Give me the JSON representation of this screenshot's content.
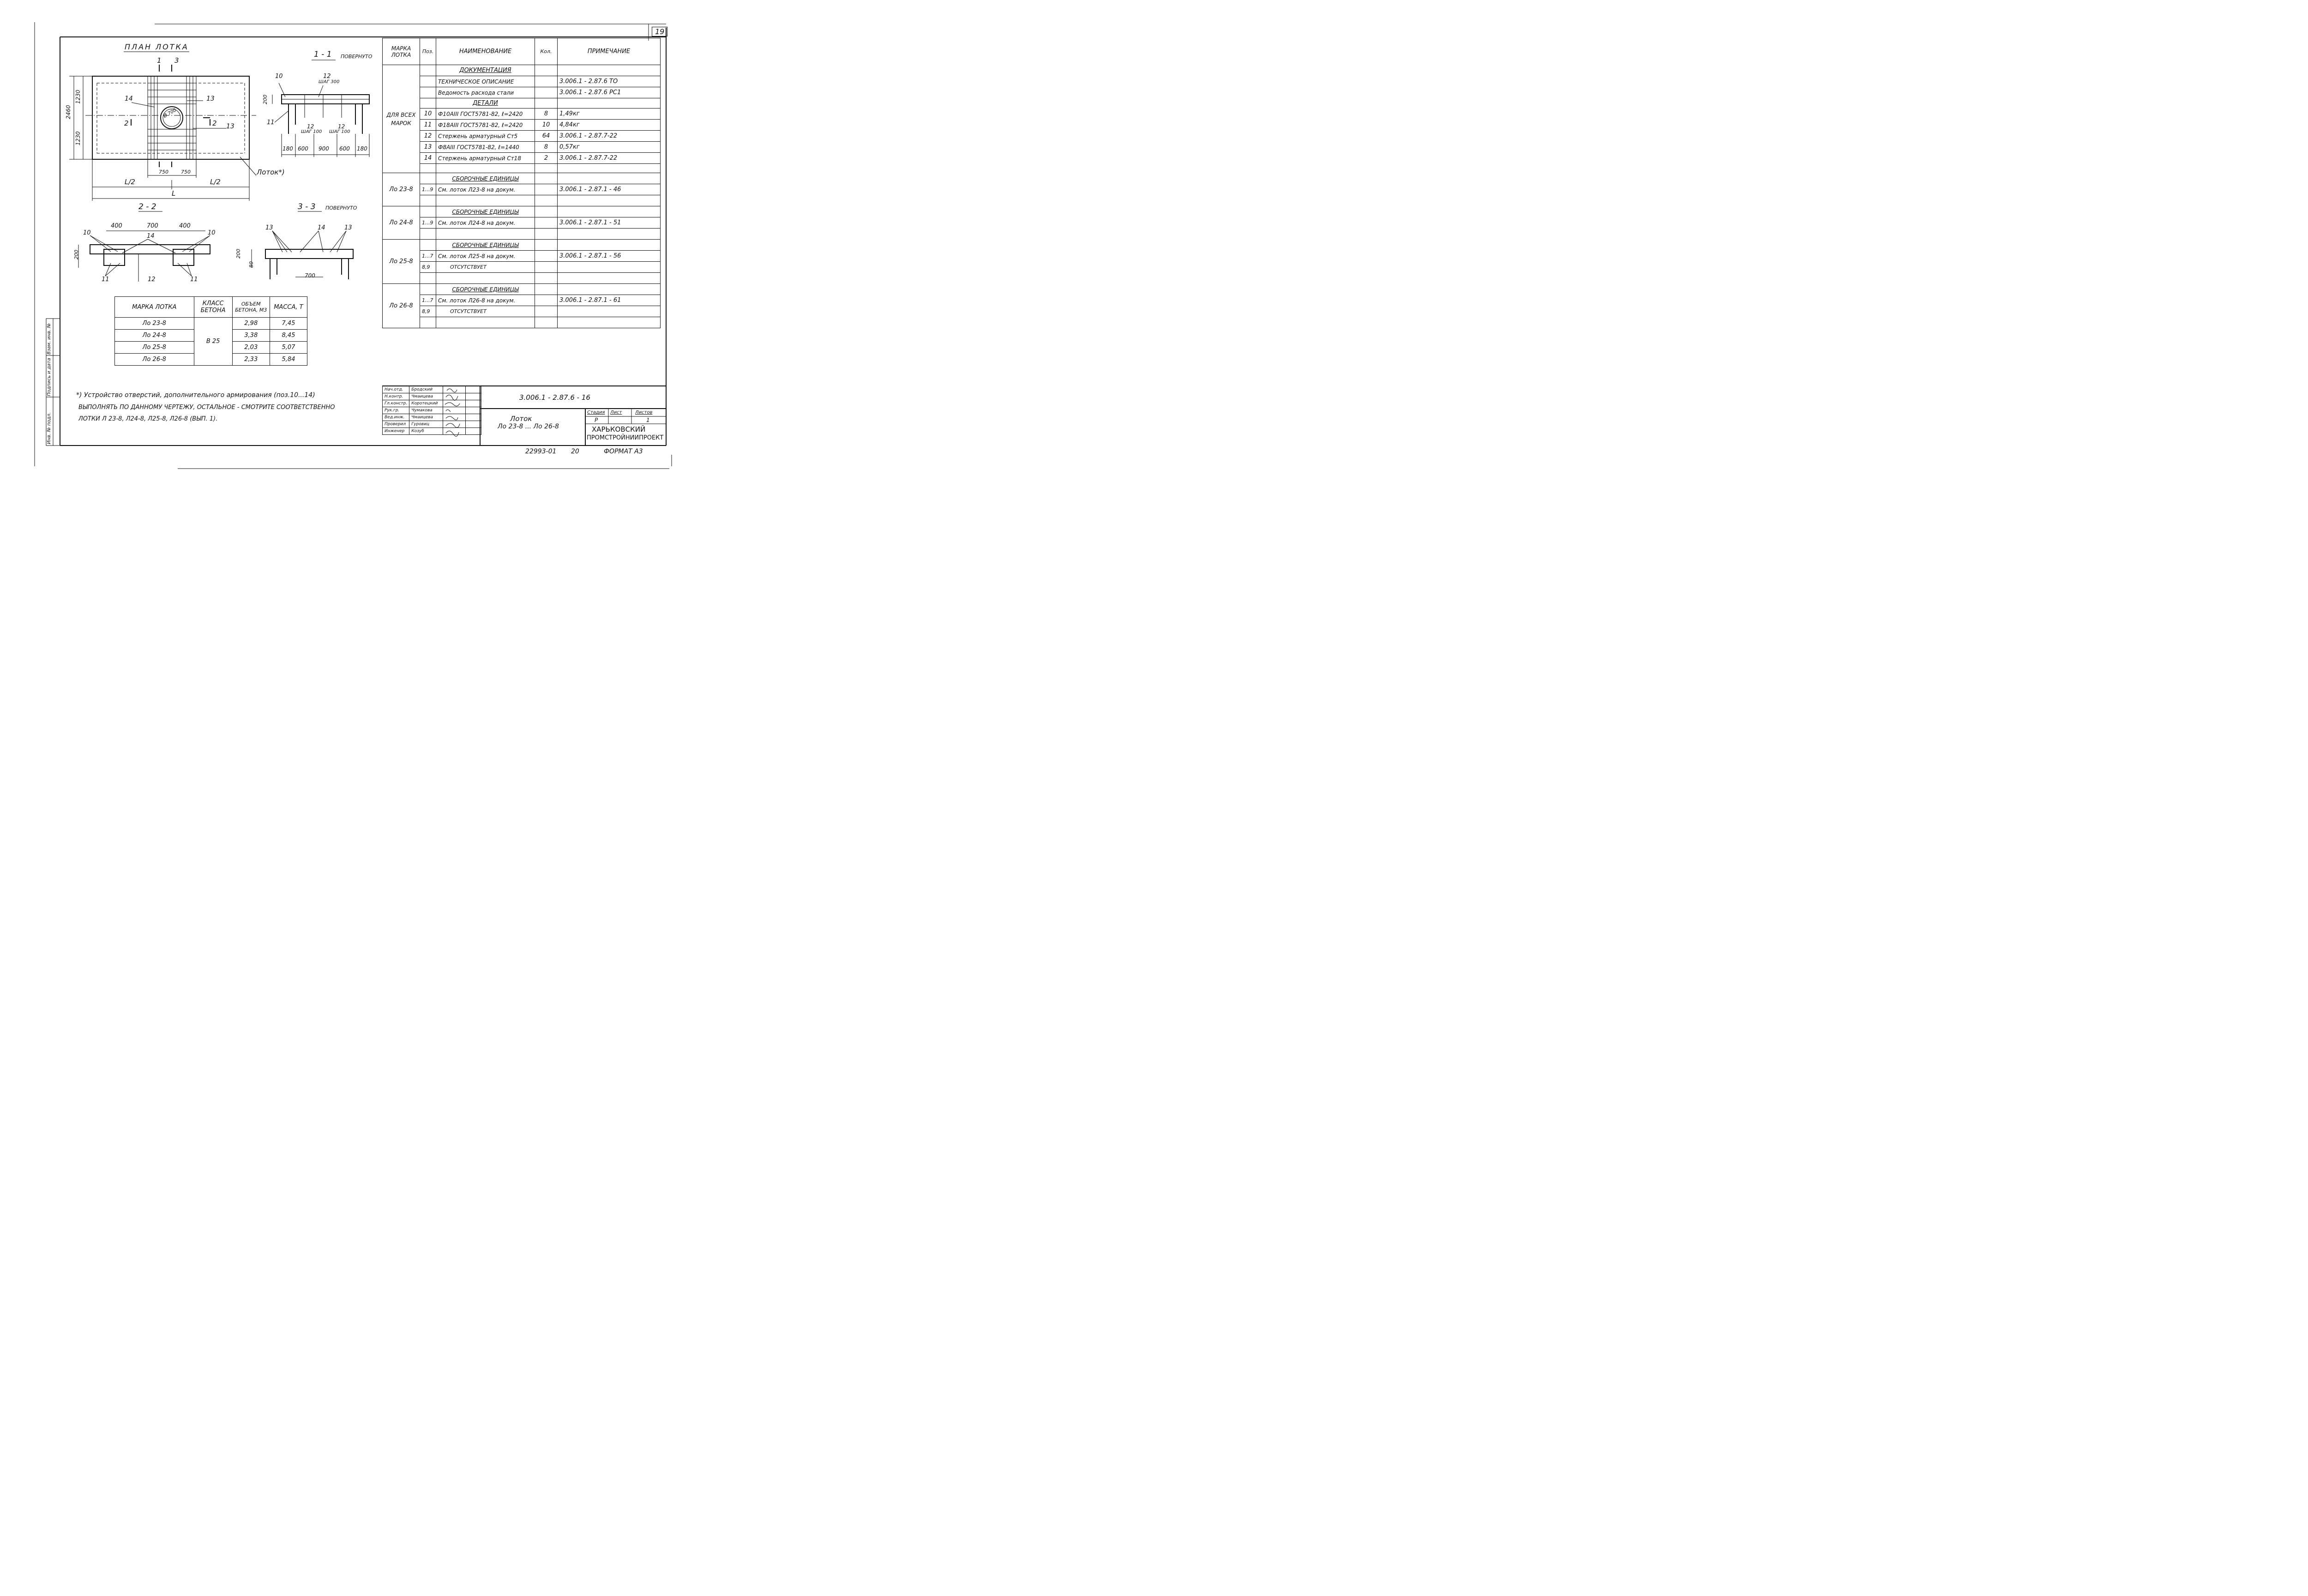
{
  "sheet_number": "19",
  "plan": {
    "title": "ПЛАН ЛОТКА",
    "cut1": "1",
    "cut3": "3",
    "cut2": "2",
    "dim_total_height": "2460",
    "dim_half_top": "1230",
    "dim_half_bottom": "1230",
    "dim_750_left": "750",
    "dim_750_right": "750",
    "half_left": "L/2",
    "half_right": "L/2",
    "total_length": "L",
    "callout_14": "14",
    "callout_13a": "13",
    "callout_13b": "13",
    "hole_label": "Ø 700",
    "tray_label": "Лоток*)"
  },
  "section11": {
    "title": "1 - 1",
    "note": "повернуто",
    "c10": "10",
    "c12": "12",
    "step300": "шаг 300",
    "c11": "11",
    "c12b": "12",
    "step100a": "шаг 100",
    "c12c": "12",
    "step100b": "шаг 100",
    "h200": "200",
    "dims": [
      "180",
      "600",
      "900",
      "600",
      "180"
    ]
  },
  "section22": {
    "title": "2 - 2",
    "d400a": "400",
    "d700": "700",
    "d400b": "400",
    "c10a": "10",
    "c10b": "10",
    "c14": "14",
    "c12": "12",
    "c11a": "11",
    "c11b": "11",
    "h200": "200"
  },
  "section33": {
    "title": "3 - 3",
    "note": "повернуто",
    "c13a": "13",
    "c14": "14",
    "c13b": "13",
    "h200": "200",
    "h80": "80",
    "d700": "700"
  },
  "small_table": {
    "headers": [
      "МАРКА ЛОТКА",
      "КЛАСС БЕТОНА",
      "ОБЪЕМ БЕТОНА, м3",
      "МАССА, т"
    ],
    "concrete_class": "В 25",
    "rows": [
      {
        "mark": "Ло 23-8",
        "volume": "2,98",
        "mass": "7,45"
      },
      {
        "mark": "Ло 24-8",
        "volume": "3,38",
        "mass": "8,45"
      },
      {
        "mark": "Ло 25-8",
        "volume": "2,03",
        "mass": "5,07"
      },
      {
        "mark": "Ло 26-8",
        "volume": "2,33",
        "mass": "5,84"
      }
    ]
  },
  "spec": {
    "headers": [
      "Марка лотка",
      "Поз.",
      "Наименование",
      "Кол.",
      "Примечание"
    ],
    "group_all": "Для всех марок",
    "rows": [
      {
        "pos": "",
        "name": "Документация",
        "qty": "",
        "note": "",
        "heading": true
      },
      {
        "pos": "",
        "name": "Техническое описание",
        "qty": "",
        "note": "3.006.1 - 2.87.6 ТО"
      },
      {
        "pos": "",
        "name": "Ведомость расхода стали",
        "qty": "",
        "note": "3.006.1 - 2.87.6 РС1"
      },
      {
        "pos": "",
        "name": "Детали",
        "qty": "",
        "note": "",
        "heading": true
      },
      {
        "pos": "10",
        "name": "Ф10АIII ГОСТ5781-82, ℓ=2420",
        "qty": "8",
        "note": "1,49кг"
      },
      {
        "pos": "11",
        "name": "Ф18АIII ГОСТ5781-82, ℓ=2420",
        "qty": "10",
        "note": "4,84кг"
      },
      {
        "pos": "12",
        "name": "Стержень арматурный Ст5",
        "qty": "64",
        "note": "3.006.1 - 2.87.7-22"
      },
      {
        "pos": "13",
        "name": "Ф8АIII ГОСТ5781-82, ℓ=1440",
        "qty": "8",
        "note": "0,57кг"
      },
      {
        "pos": "14",
        "name": "Стержень арматурный Ст18",
        "qty": "2",
        "note": "3.006.1 - 2.87.7-22"
      }
    ],
    "groups": [
      {
        "mark": "Ло 23-8",
        "heading": "Сборочные единицы",
        "pos": "1...9",
        "name": "См. лоток Л23-8 на докум.",
        "note": "3.006.1 - 2.87.1 - 46",
        "extra_pos": "",
        "extra_name": ""
      },
      {
        "mark": "Ло 24-8",
        "heading": "Сборочные единицы",
        "pos": "1...9",
        "name": "См. лоток Л24-8 на докум.",
        "note": "3.006.1 - 2.87.1 - 51",
        "extra_pos": "",
        "extra_name": ""
      },
      {
        "mark": "Ло 25-8",
        "heading": "Сборочные единицы",
        "pos": "1...7",
        "name": "См. лоток Л25-8 на докум.",
        "note": "3.006.1 - 2.87.1 - 56",
        "extra_pos": "8,9",
        "extra_name": "отсутствует"
      },
      {
        "mark": "Ло 26-8",
        "heading": "Сборочные единицы",
        "pos": "1...7",
        "name": "См. лоток Л26-8 на докум.",
        "note": "3.006.1 - 2.87.1 - 61",
        "extra_pos": "8,9",
        "extra_name": "отсутствует"
      }
    ]
  },
  "footnote": {
    "line1": "*) Устройство отверстий, дополнительного армирования (поз.10...14)",
    "line2": "выполнять по данному чертежу, остальное - смотрите соответственно",
    "line3": "лотки Л 23-8, Л24-8, Л25-8, Л26-8 (вып. 1)."
  },
  "side_stamp": {
    "inv": "Инв. № подл.",
    "sign": "Подпись и дата",
    "vzam": "Взам. инв. №"
  },
  "title_block": {
    "doc_code": "3.006.1 - 2.87.6 - 16",
    "roles": [
      {
        "role": "Нач.отд.",
        "name": "Бродский"
      },
      {
        "role": "Н.контр.",
        "name": "Чмаицева"
      },
      {
        "role": "Гл.констр.",
        "name": "Коротецкий"
      },
      {
        "role": "Рук.гр.",
        "name": "Чумакова"
      },
      {
        "role": "Вед.инж.",
        "name": "Чмаицева"
      },
      {
        "role": "Проверил",
        "name": "Гуровиц"
      },
      {
        "role": "Инженер",
        "name": "Козуб"
      }
    ],
    "product": "Лоток",
    "product_range": "Ло 23-8 ... Ло 26-8",
    "stage_h": "Стадия",
    "sheet_h": "Лист",
    "sheets_h": "Листов",
    "stage": "Р",
    "sheet": "",
    "sheets": "1",
    "org1": "ХАРЬКОВСКИЙ",
    "org2": "ПРОМСТРОЙНИИПРОЕКТ",
    "bottom_code": "22993-01",
    "bottom_num": "20",
    "format": "Формат А3"
  }
}
